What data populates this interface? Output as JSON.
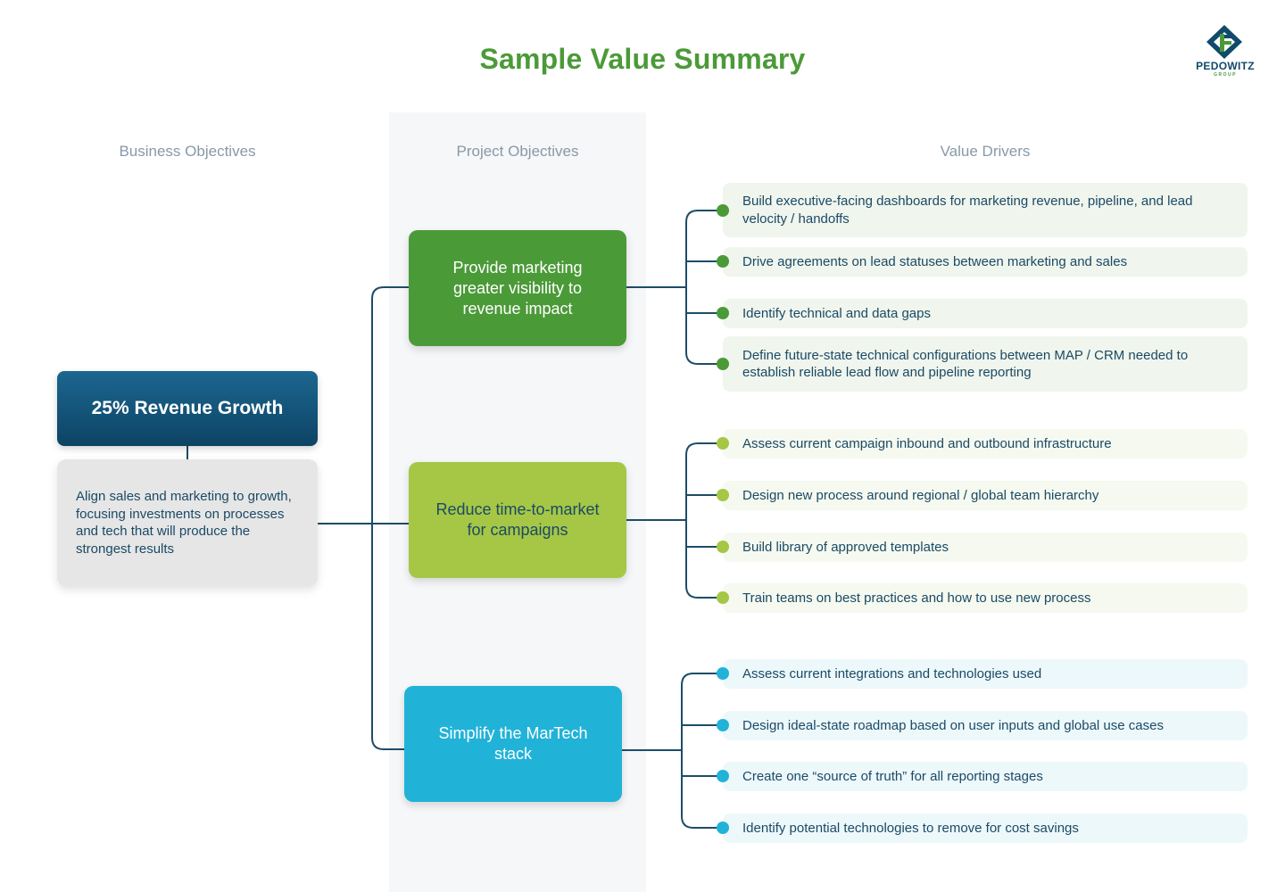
{
  "title": "Sample Value Summary",
  "logo": {
    "name": "PEDOWITZ",
    "sub": "GROUP"
  },
  "columns": {
    "business": "Business Objectives",
    "project": "Project Objectives",
    "value": "Value Drivers"
  },
  "business_objective": {
    "title": "25% Revenue Growth",
    "description": "Align sales and marketing to growth, focusing investments on processes and tech that will produce the strongest results"
  },
  "project_objectives": [
    {
      "label": "Provide marketing greater visibility to revenue impact",
      "color": "#4b9a38",
      "drivers": [
        "Build executive-facing dashboards for marketing revenue, pipeline, and lead velocity / handoffs",
        "Drive agreements on lead statuses between marketing and sales",
        "Identify technical and data gaps",
        "Define future-state technical configurations between MAP / CRM needed to establish reliable lead flow and pipeline reporting"
      ]
    },
    {
      "label": "Reduce time-to-market for campaigns",
      "color": "#a5c745",
      "drivers": [
        "Assess current campaign inbound and outbound infrastructure",
        "Design new process around regional / global team hierarchy",
        "Build library of approved templates",
        "Train teams on best practices and how to use new process"
      ]
    },
    {
      "label": "Simplify the MarTech stack",
      "color": "#21b2d8",
      "drivers": [
        "Assess current integrations and technologies used",
        "Design ideal-state roadmap based on user inputs and global use cases",
        "Create one “source of truth” for all reporting stages",
        "Identify potential technologies to remove for cost savings"
      ]
    }
  ]
}
